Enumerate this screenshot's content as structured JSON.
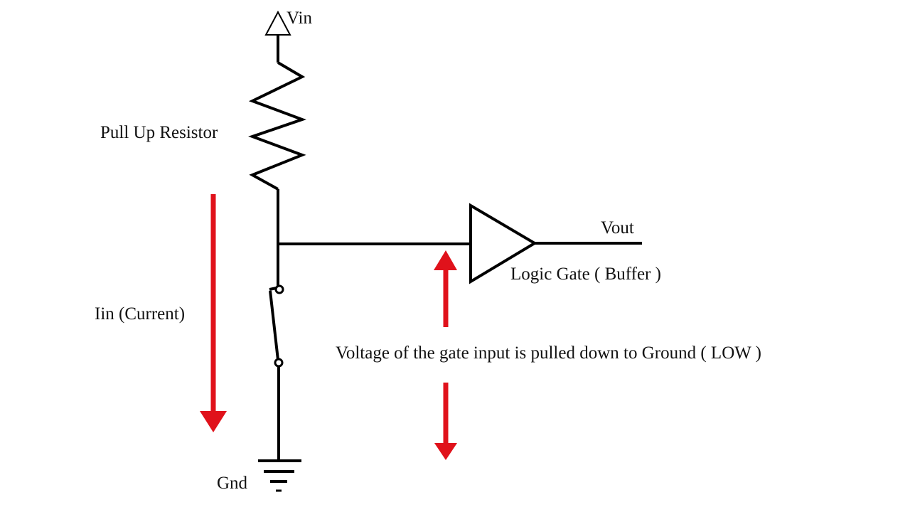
{
  "diagram": {
    "title": "Pull-up resistor circuit with switch closed",
    "colors": {
      "wire": "#000000",
      "arrow": "#e0121b",
      "background": "#ffffff",
      "text": "#111111"
    },
    "labels": {
      "vin": "Vin",
      "pullup": "Pull Up Resistor",
      "vout": "Vout",
      "gate": "Logic Gate ( Buffer )",
      "current": "Iin (Current)",
      "voltage_note": "Voltage of the gate input is pulled down to Ground ( LOW )",
      "gnd": "Gnd"
    },
    "components": [
      {
        "id": "vin-source",
        "type": "voltage-source",
        "label": "Vin"
      },
      {
        "id": "pullup-resistor",
        "type": "resistor",
        "label": "Pull Up Resistor"
      },
      {
        "id": "switch",
        "type": "switch",
        "state": "closed"
      },
      {
        "id": "buffer",
        "type": "logic-gate-buffer",
        "label": "Logic Gate ( Buffer )"
      },
      {
        "id": "ground",
        "type": "ground",
        "label": "Gnd"
      }
    ],
    "arrows": [
      {
        "id": "current-arrow",
        "direction": "down",
        "meaning": "Iin (Current)"
      },
      {
        "id": "voltage-arrow-up",
        "direction": "up"
      },
      {
        "id": "voltage-arrow-down",
        "direction": "down"
      }
    ]
  }
}
